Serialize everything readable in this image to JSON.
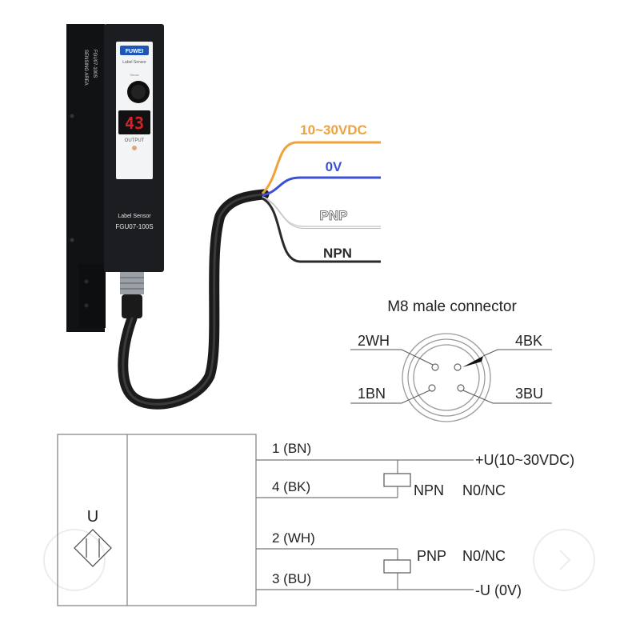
{
  "sensor": {
    "brand": "FUWEI",
    "product_line": "Label Sensor",
    "sense_label": "Sense",
    "display_value": "43",
    "output_label": "OUTPUT",
    "side_model": "FGU07-100S",
    "side_area": "SENSING AREA",
    "front_label": "Label Sensor",
    "front_model": "FGU07-100S",
    "colors": {
      "body": "#1c1d20",
      "panel": "#f3f4f6",
      "display": "#d8202a",
      "brand_badge": "#1e56b8"
    }
  },
  "wires": [
    {
      "label": "10~30VDC",
      "color": "#f0a23a"
    },
    {
      "label": "0V",
      "color": "#3d4fd6"
    },
    {
      "label": "PNP",
      "color": "#d8d8d8"
    },
    {
      "label": "NPN",
      "color": "#2a2a2a"
    }
  ],
  "connector": {
    "title": "M8 male connector",
    "pins": {
      "top_left": "2WH",
      "top_right": "4BK",
      "bottom_left": "1BN",
      "bottom_right": "3BU"
    }
  },
  "circuit": {
    "sensor_symbol": "U",
    "lines": [
      "1 (BN)",
      "4 (BK)",
      "2 (WH)",
      "3 (BU)"
    ],
    "supply_pos": "+U(10~30VDC)",
    "supply_neg": "-U (0V)",
    "npn_label": "NPN",
    "npn_mode": "N0/NC",
    "pnp_label": "PNP",
    "pnp_mode": "N0/NC"
  }
}
